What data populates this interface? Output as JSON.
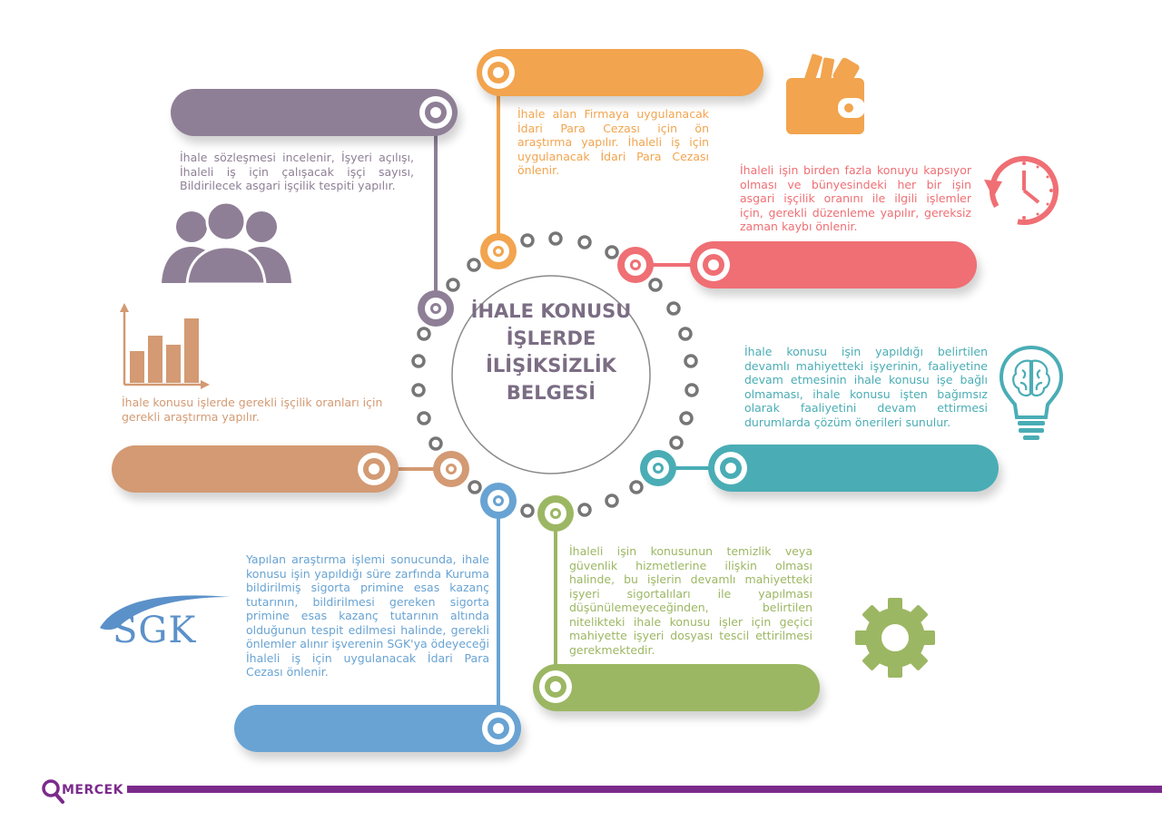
{
  "title": "İHALE KONUSU İŞLERDE İLİŞİKSİZLİK BELGESİ",
  "title_lines": [
    "İHALE KONUSU",
    "İŞLERDE",
    "İLİŞİKSİZLİK",
    "BELGESİ"
  ],
  "colors": {
    "purple": "#8e7f96",
    "orange": "#f2a44e",
    "red": "#ef6f74",
    "teal": "#4aadb5",
    "green": "#9cb763",
    "blue": "#68a3d3",
    "brown": "#d39a73",
    "gray_dot": "#767677",
    "footer": "#7b2a8c"
  },
  "items": [
    {
      "id": "purple",
      "text": "İhale sözleşmesi incelenir, İşyeri açılışı, İhaleli iş için çalışacak işçi sayısı, Bildirilecek asgari işçilik tespiti yapılır.",
      "icon": "people-icon"
    },
    {
      "id": "orange",
      "text": "İhale alan Firmaya uygulanacak İdari Para Cezası için ön araştırma yapılır. İhaleli iş için uygulanacak İdari Para Cezası önlenir.",
      "icon": "wallet-icon"
    },
    {
      "id": "red",
      "text": "İhaleli işin birden fazla konuyu kapsıyor olması ve bünyesindeki her bir işin asgari işçilik oranını ile ilgili işlemler için, gerekli düzenleme yapılır, gereksiz zaman kaybı önlenir.",
      "icon": "clock-icon"
    },
    {
      "id": "teal",
      "text": "İhale konusu işin yapıldığı belirtilen devamlı mahiyetteki işyerinin, faaliyetine devam etmesinin ihale konusu işe bağlı olmaması, ihale konusu işten bağımsız olarak faaliyetini devam ettirmesi durumlarda çözüm önerileri sunulur.",
      "icon": "brain-bulb-icon"
    },
    {
      "id": "green",
      "text": "İhaleli işin konusunun temizlik veya güvenlik hizmetlerine ilişkin olması halinde, bu işlerin devamlı mahiyetteki işyeri sigortalıları ile yapılması düşünülemeyeceğinden, belirtilen nitelikteki ihale konusu işler için geçici mahiyette işyeri dosyası tescil ettirilmesi gerekmektedir.",
      "icon": "gear-icon"
    },
    {
      "id": "blue",
      "text": "Yapılan araştırma işlemi sonucunda, ihale konusu işin yapıldığı süre zarfında Kuruma bildirilmiş sigorta primine esas kazanç tutarının, bildirilmesi gereken sigorta primine esas kazanç tutarının altında olduğunun tespit edilmesi halinde, gerekli önlemler alınır işverenin SGK'ya ödeyeceği İhaleli iş için uygulanacak İdari Para Cezası önlenir.",
      "icon": "sgk-logo"
    },
    {
      "id": "brown",
      "text": "İhale konusu işlerde gerekli işçilik oranları için gerekli araştırma yapılır.",
      "icon": "bar-chart-icon"
    }
  ],
  "sgk_logo_text": "SGK",
  "footer": {
    "brand": "MERCEK",
    "icon": "magnifier-icon"
  }
}
